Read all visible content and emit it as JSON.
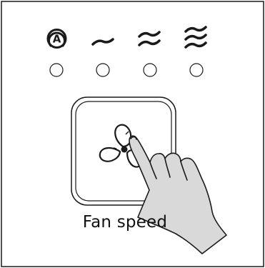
{
  "button": {
    "label": "Fan speed"
  },
  "speed_modes": [
    {
      "name": "auto",
      "glyph": "A",
      "icon": "auto-mode-icon"
    },
    {
      "name": "low",
      "icon": "single-wave-icon"
    },
    {
      "name": "medium",
      "icon": "double-wave-icon"
    },
    {
      "name": "high",
      "icon": "triple-wave-icon"
    }
  ],
  "colors": {
    "line": "#1a1a1a",
    "hand_fill": "#d9d9d9",
    "background": "#ffffff"
  }
}
